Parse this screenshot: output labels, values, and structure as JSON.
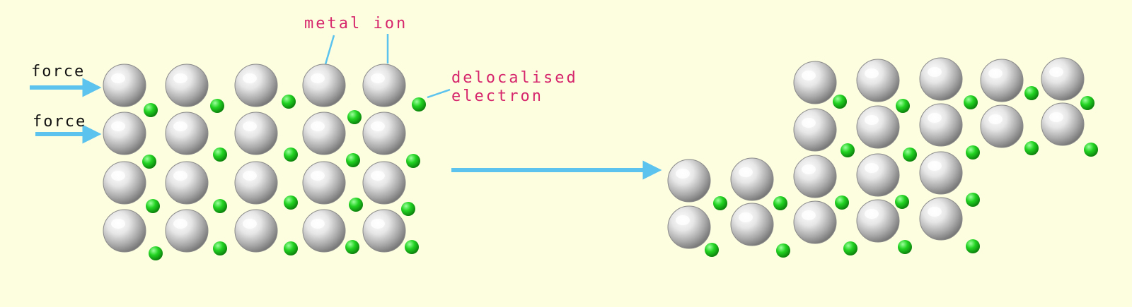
{
  "labels": {
    "force_top": "force",
    "force_bottom": "force",
    "metal_ion": "metal ion",
    "delocalised_line1": "delocalised",
    "delocalised_line2": "electron"
  },
  "colors": {
    "background": "#fdfde0",
    "arrow": "#5bc3ee",
    "label_text": "#111111",
    "annotation_text": "#d6266c",
    "electron": "#1fd11f",
    "ion": "#d9d9d9"
  }
}
